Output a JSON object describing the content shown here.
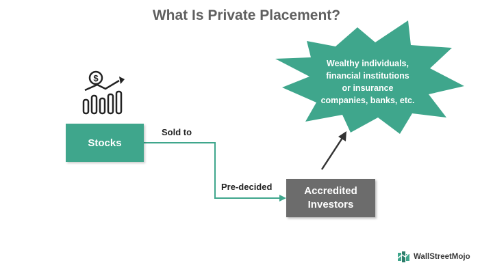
{
  "title": "What Is Private Placement?",
  "nodes": {
    "stocks": {
      "label": "Stocks",
      "color": "#3fa68c"
    },
    "investors": {
      "label": "Accredited Investors",
      "color": "#6c6c6c"
    }
  },
  "edges": {
    "sold_to": "Sold to",
    "pre_decided": "Pre-decided"
  },
  "callout": {
    "color": "#3fa68c",
    "lines": [
      "Wealthy individuals,",
      "financial institutions",
      "or insurance",
      "companies, banks, etc."
    ]
  },
  "icons": {
    "stocks_icon": "dollar-coin-rising-chart-icon",
    "logo_icon": "wallstreetmojo-logo-icon"
  },
  "brand": {
    "name": "WallStreetMojo"
  }
}
